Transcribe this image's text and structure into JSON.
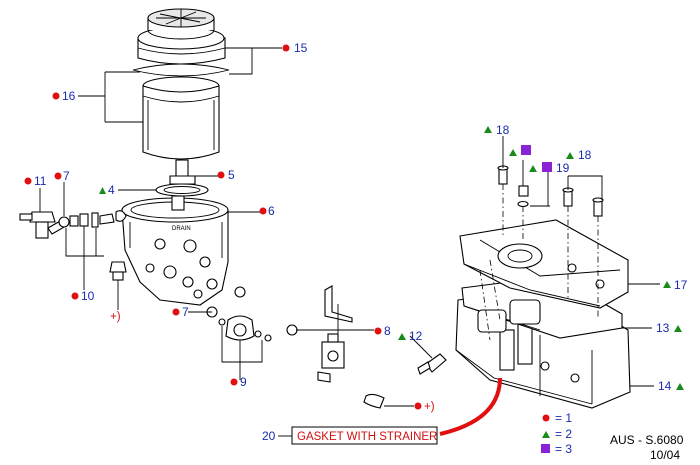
{
  "callouts": {
    "c15": "15",
    "c16": "16",
    "c5": "5",
    "c4": "4",
    "c6": "6",
    "c11": "11",
    "c7a": "7",
    "c10": "10",
    "c_plus1": "+)",
    "c7b": "7",
    "c9": "9",
    "c8": "8",
    "c12": "12",
    "c_plus2": "+)",
    "c18a": "18",
    "c19": "19",
    "c18b": "18",
    "c17": "17",
    "c13": "13",
    "c14": "14",
    "c20": "20"
  },
  "gasket_label": "GASKET WITH STRAINER",
  "housing_text": "DRAIN",
  "legend": [
    {
      "symbol": "circle",
      "color": "#e01010",
      "text": "= 1"
    },
    {
      "symbol": "triangle",
      "color": "#1a8a1a",
      "text": "= 2"
    },
    {
      "symbol": "square",
      "color": "#8a22d6",
      "text": "= 3"
    }
  ],
  "ref_code": "AUS - S.6080",
  "ref_date": "10/04"
}
